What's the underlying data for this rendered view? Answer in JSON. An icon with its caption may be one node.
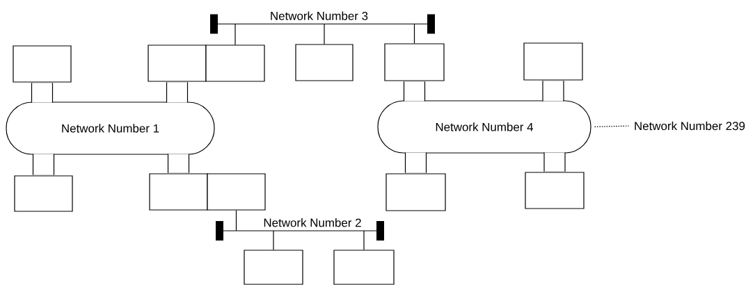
{
  "diagram": {
    "nodes": [
      {
        "text": [
          "Network Number 1"
        ]
      },
      {
        "text": [
          "Network Number 3"
        ]
      },
      {
        "text": [
          "Network Number 4"
        ]
      },
      {
        "text": [
          "Network Number 239"
        ]
      },
      {
        "text": [
          "Network Number 2"
        ]
      },
      {
        "text": [],
        "shape": "box"
      },
      {
        "text": [],
        "shape": "box"
      },
      {
        "text": [],
        "shape": "box"
      },
      {
        "text": [],
        "shape": "box"
      },
      {
        "text": [],
        "shape": "box"
      },
      {
        "text": [],
        "shape": "box"
      },
      {
        "text": [],
        "shape": "box"
      },
      {
        "text": [],
        "shape": "box"
      },
      {
        "text": [],
        "shape": "box"
      },
      {
        "text": [],
        "shape": "box"
      },
      {
        "text": [],
        "shape": "box"
      },
      {
        "text": [],
        "shape": "box"
      },
      {
        "text": [],
        "shape": "box"
      }
    ],
    "edges": [
      {
        "from": 5,
        "to": 0,
        "arrow": "none"
      },
      {
        "from": 6,
        "to": 0,
        "arrow": "none"
      },
      {
        "from": 11,
        "to": 0,
        "arrow": "none"
      },
      {
        "from": 12,
        "to": 0,
        "arrow": "none"
      },
      {
        "from": 7,
        "to": 1,
        "arrow": "none"
      },
      {
        "from": 8,
        "to": 1,
        "arrow": "none"
      },
      {
        "from": 9,
        "to": 1,
        "arrow": "none"
      },
      {
        "from": 9,
        "to": 2,
        "arrow": "none"
      },
      {
        "from": 10,
        "to": 2,
        "arrow": "none"
      },
      {
        "from": 14,
        "to": 2,
        "arrow": "none"
      },
      {
        "from": 15,
        "to": 2,
        "arrow": "none"
      },
      {
        "from": 2,
        "to": 3,
        "arrow": "none",
        "style": "dashed"
      },
      {
        "from": 13,
        "to": 4,
        "arrow": "none"
      },
      {
        "from": 4,
        "to": 16,
        "arrow": "none"
      },
      {
        "from": 4,
        "to": 17,
        "arrow": "none"
      }
    ]
  }
}
